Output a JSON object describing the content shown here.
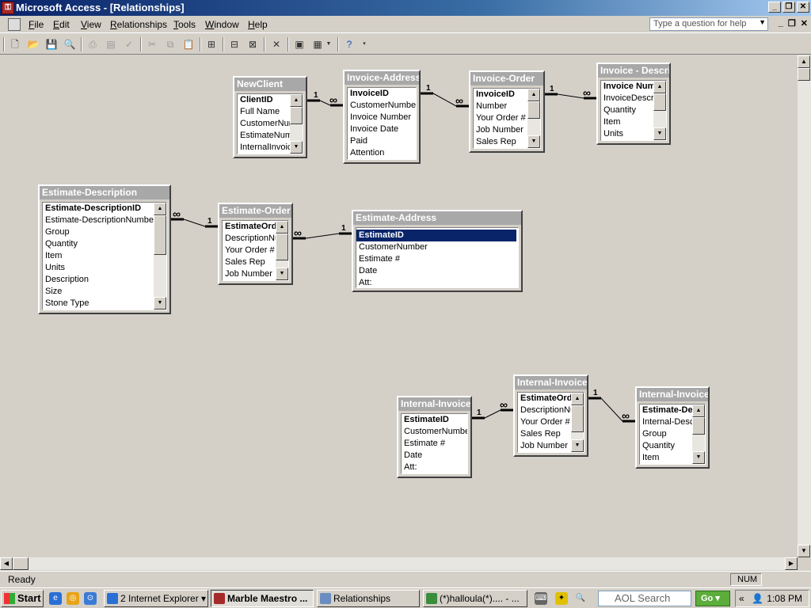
{
  "window": {
    "title": "Microsoft Access - [Relationships]",
    "app_icon": "access-icon"
  },
  "menu": {
    "items": [
      {
        "accel": "F",
        "rest": "ile"
      },
      {
        "accel": "E",
        "rest": "dit"
      },
      {
        "accel": "V",
        "rest": "iew"
      },
      {
        "accel": "R",
        "rest": "elationships"
      },
      {
        "accel": "T",
        "rest": "ools"
      },
      {
        "accel": "W",
        "rest": "indow"
      },
      {
        "accel": "H",
        "rest": "elp"
      }
    ],
    "help_placeholder": "Type a question for help"
  },
  "tables": {
    "newclient": {
      "title": "NewClient",
      "fields": [
        "ClientID",
        "Full Name",
        "CustomerNumber",
        "EstimateNumber",
        "InternalInvoiceID"
      ]
    },
    "invoice_address": {
      "title": "Invoice-Address",
      "fields": [
        "InvoiceID",
        "CustomerNumber",
        "Invoice Number",
        "Invoice Date",
        "Paid",
        "Attention"
      ]
    },
    "invoice_order": {
      "title": "Invoice-Order",
      "fields": [
        "InvoiceID",
        "Number",
        "Your Order #",
        "Job Number",
        "Sales Rep"
      ]
    },
    "invoice_description": {
      "title": "Invoice - Description",
      "fields": [
        "Invoice Number",
        "InvoiceDescription",
        "Quantity",
        "Item",
        "Units"
      ]
    },
    "estimate_description": {
      "title": "Estimate-Description",
      "fields": [
        "Estimate-DescriptionID",
        "Estimate-DescriptionNumber",
        "Group",
        "Quantity",
        "Item",
        "Units",
        "Description",
        "Size",
        "Stone Type"
      ]
    },
    "estimate_order": {
      "title": "Estimate-Order",
      "fields": [
        "EstimateOrdID",
        "DescriptionNumber",
        "Your Order #",
        "Sales Rep",
        "Job  Number"
      ]
    },
    "estimate_address": {
      "title": "Estimate-Address",
      "fields": [
        "EstimateID",
        "CustomerNumber",
        "Estimate #",
        "Date",
        "Att:"
      ]
    },
    "internal_invoice_address": {
      "title": "Internal-Invoice-Address",
      "fields": [
        "EstimateID",
        "CustomerNumber",
        "Estimate #",
        "Date",
        "Att:"
      ]
    },
    "internal_invoice_order": {
      "title": "Internal-Invoice-Order",
      "fields": [
        "EstimateOrdID",
        "DescriptionNumber",
        "Your Order #",
        "Sales Rep",
        "Job  Number"
      ]
    },
    "internal_invoice_description": {
      "title": "Internal-Invoice-Description",
      "fields": [
        "Estimate-DescriptionID",
        "Internal-DescriptionNumber",
        "Group",
        "Quantity",
        "Item"
      ]
    }
  },
  "relationship_labels": {
    "one": "1",
    "many": "∞"
  },
  "status": {
    "text": "Ready",
    "num": "NUM"
  },
  "taskbar": {
    "start": "Start",
    "tasks": [
      "2 Internet Explorer",
      "Marble Maestro ...",
      "Relationships",
      "(*)halloula(*).... - ..."
    ],
    "search_placeholder": "AOL Search",
    "go": "Go",
    "clock": "1:08 PM"
  }
}
